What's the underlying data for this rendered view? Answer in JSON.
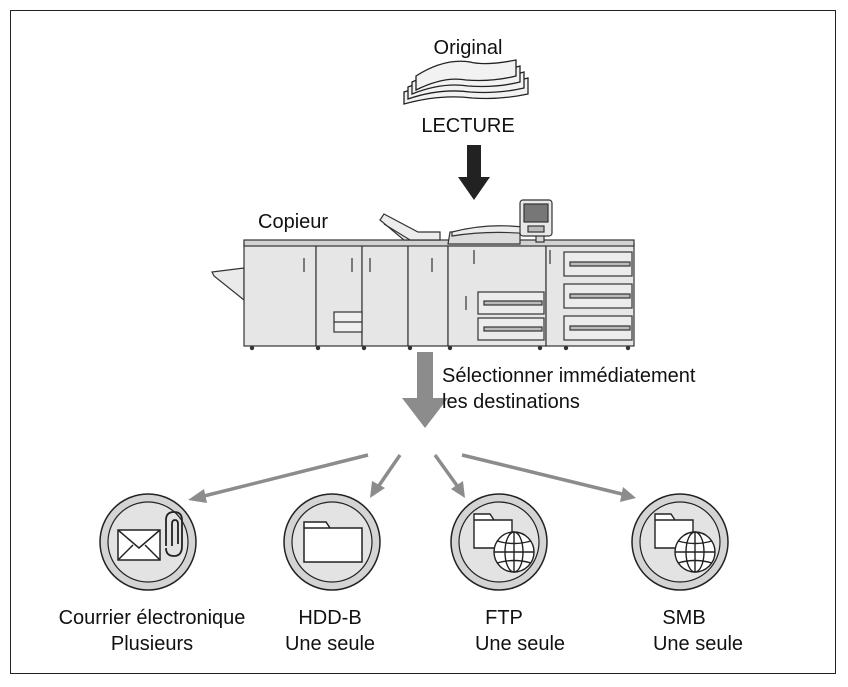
{
  "original_label": "Original",
  "scan_label": "LECTURE",
  "copier_label": "Copieur",
  "select_text": {
    "line1": "Sélectionner immédiatement",
    "line2": "les destinations"
  },
  "destinations": [
    {
      "name": "Courrier électronique",
      "mode": "Plusieurs",
      "icon": "envelope-attachment-icon"
    },
    {
      "name": "HDD-B",
      "mode": "Une seule",
      "icon": "folder-icon"
    },
    {
      "name": "FTP",
      "mode": "Une seule",
      "icon": "folder-globe-icon"
    },
    {
      "name": "SMB",
      "mode": "Une seule",
      "icon": "folder-globe-icon"
    }
  ],
  "colors": {
    "arrow_dark": "#222222",
    "arrow_gray": "#8c8c8c",
    "circle_fill": "#d4d4d4",
    "machine_fill": "#e6e6e6"
  }
}
